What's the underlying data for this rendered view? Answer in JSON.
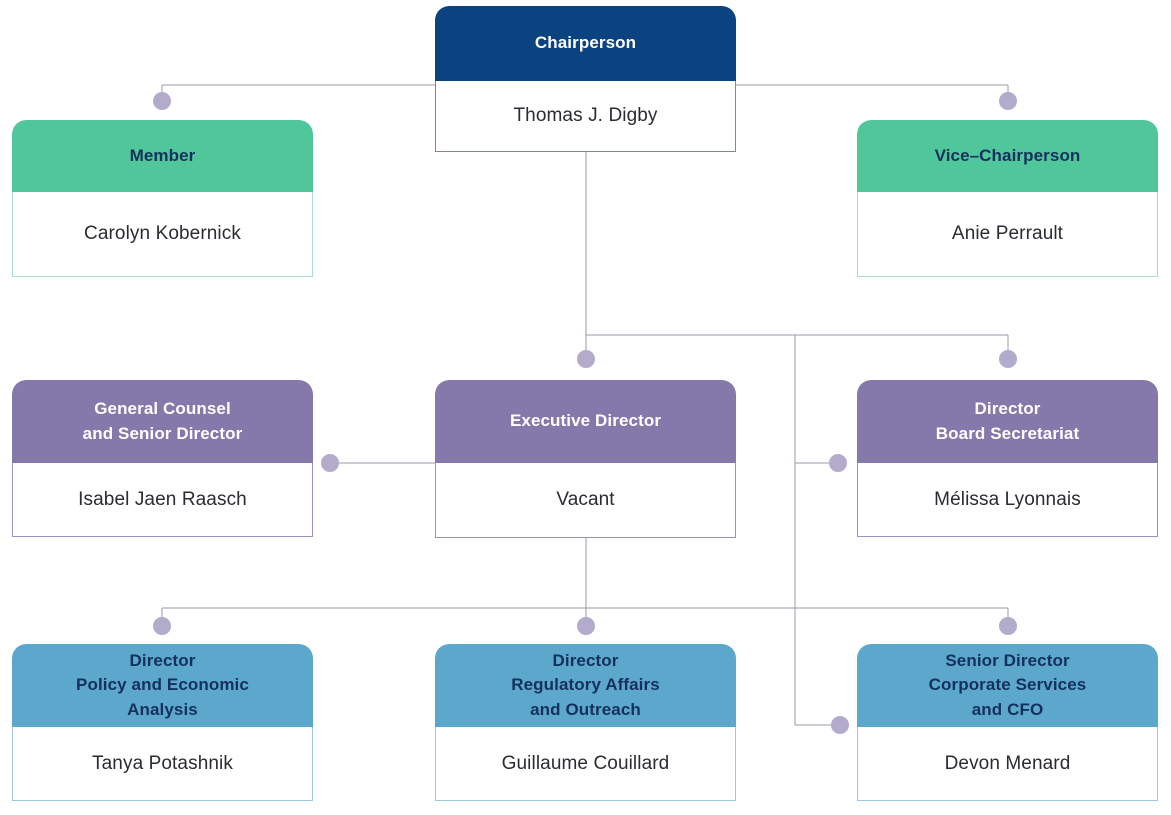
{
  "chart_data": {
    "type": "diagram",
    "diagram_kind": "organizational-chart",
    "title": "",
    "palette": {
      "navy": "#0b4280",
      "green": "#4fc79a",
      "purple": "#8578ab",
      "blue": "#5ba8cc",
      "connector_line": "#9a9aa8",
      "connector_dot": "#b3abcb",
      "title_text_dark": "#15305c",
      "title_text_light": "#ffffff",
      "name_text": "#2b2b33",
      "background": "#ffffff"
    },
    "levels": [
      {
        "level": 1,
        "nodes": [
          "chairperson"
        ]
      },
      {
        "level": 2,
        "nodes": [
          "member",
          "vice-chairperson"
        ]
      },
      {
        "level": 3,
        "nodes": [
          "general-counsel",
          "executive-director",
          "director-board-secretariat"
        ]
      },
      {
        "level": 4,
        "nodes": [
          "director-policy",
          "director-regulatory",
          "senior-director-cfo"
        ]
      }
    ],
    "edges": [
      {
        "from": "chairperson",
        "to": "member"
      },
      {
        "from": "chairperson",
        "to": "vice-chairperson"
      },
      {
        "from": "chairperson",
        "to": "executive-director"
      },
      {
        "from": "chairperson",
        "to": "director-board-secretariat"
      },
      {
        "from": "executive-director",
        "to": "general-counsel"
      },
      {
        "from": "executive-director",
        "to": "director-policy"
      },
      {
        "from": "executive-director",
        "to": "director-regulatory"
      },
      {
        "from": "executive-director",
        "to": "senior-director-cfo"
      }
    ]
  },
  "nodes": {
    "chairperson": {
      "title": "Chairperson",
      "title_lines": [
        "Chairperson"
      ],
      "name": "Thomas J. Digby",
      "color": "navy"
    },
    "member": {
      "title": "Member",
      "title_lines": [
        "Member"
      ],
      "name": "Carolyn Kobernick",
      "color": "green"
    },
    "vice_chairperson": {
      "title": "Vice–Chairperson",
      "title_lines": [
        "Vice–Chairperson"
      ],
      "name": "Anie Perrault",
      "color": "green"
    },
    "general_counsel": {
      "title": "General Counsel and Senior Director",
      "title_lines": [
        "General Counsel",
        "and Senior Director"
      ],
      "name": "Isabel Jaen Raasch",
      "color": "purple"
    },
    "executive_director": {
      "title": "Executive Director",
      "title_lines": [
        "Executive Director"
      ],
      "name": "Vacant",
      "color": "purple"
    },
    "director_board_secretariat": {
      "title": "Director Board Secretariat",
      "title_lines": [
        "Director",
        "Board Secretariat"
      ],
      "name": "Mélissa Lyonnais",
      "color": "purple"
    },
    "director_policy": {
      "title": "Director Policy and Economic Analysis",
      "title_lines": [
        "Director",
        "Policy and Economic",
        "Analysis"
      ],
      "name": "Tanya Potashnik",
      "color": "blue"
    },
    "director_regulatory": {
      "title": "Director Regulatory Affairs and Outreach",
      "title_lines": [
        "Director",
        "Regulatory Affairs",
        "and Outreach"
      ],
      "name": "Guillaume Couillard",
      "color": "blue"
    },
    "senior_director_cfo": {
      "title": "Senior Director Corporate Services and CFO",
      "title_lines": [
        "Senior Director",
        "Corporate Services",
        "and CFO"
      ],
      "name": "Devon Menard",
      "color": "blue"
    }
  }
}
